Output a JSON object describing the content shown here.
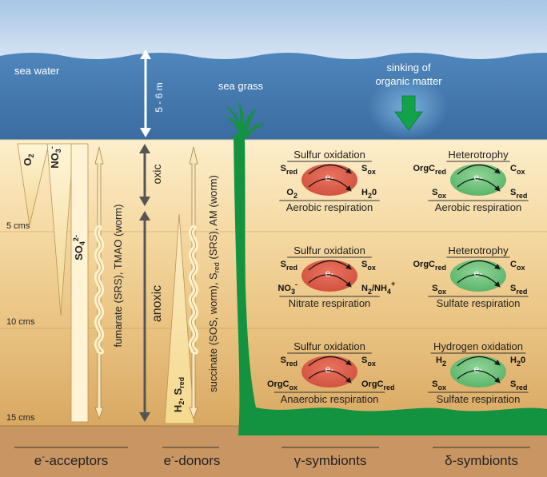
{
  "water": {
    "sea_water": "sea water",
    "depth": "5 - 6 m",
    "sea_grass": "sea grass",
    "sinking_line1": "sinking of",
    "sinking_line2": "organic matter"
  },
  "zones": {
    "oxic": "oxic",
    "anoxic": "anoxic"
  },
  "depths": {
    "d5": "5 cms",
    "d10": "10 cms",
    "d15": "15 cms"
  },
  "acceptors": {
    "o2": "O",
    "o2_sub": "2",
    "no3": "NO",
    "no3_sub": "3",
    "no3_sup": "-",
    "so4": "SO",
    "so4_sub": "4",
    "so4_sup": "2-",
    "fumarate": "fumarate (SRS), TMAO (worm)"
  },
  "donors": {
    "h2s": "H",
    "h2s_sub": "2",
    "h2s_rest": ", S",
    "h2s_sub2": "red",
    "succinate_a": "succinate (SOS, worm), S",
    "succinate_sub": "red",
    "succinate_b": " (SRS), AM (worm)"
  },
  "gamma": [
    {
      "title": "Sulfur oxidation",
      "tl": "S",
      "tl_sub": "red",
      "tr": "S",
      "tr_sub": "ox",
      "bl": "O",
      "bl_sub": "2",
      "bl_sup": "",
      "br": "H",
      "br_sub": "2",
      "br_rest": "0",
      "electron": "e-",
      "resp": "Aerobic respiration"
    },
    {
      "title": "Sulfur oxidation",
      "tl": "S",
      "tl_sub": "red",
      "tr": "S",
      "tr_sub": "ox",
      "bl": "NO",
      "bl_sub": "3",
      "bl_sup": "-",
      "br": "N",
      "br_sub": "2",
      "br_rest": "/NH",
      "br_sub2": "4",
      "br_sup": "+",
      "electron": "e-",
      "resp": "Nitrate respiration"
    },
    {
      "title": "Sulfur oxidation",
      "tl": "S",
      "tl_sub": "red",
      "tr": "S",
      "tr_sub": "ox",
      "bl": "OrgC",
      "bl_sub": "ox",
      "bl_sup": "",
      "br": "OrgC",
      "br_sub": "red",
      "br_rest": "",
      "electron": "e-",
      "resp": "Anaerobic respiration"
    }
  ],
  "delta": [
    {
      "title": "Heterotrophy",
      "tl": "OrgC",
      "tl_sub": "red",
      "tr": "C",
      "tr_sub": "ox",
      "bl": "S",
      "bl_sub": "ox",
      "br": "S",
      "br_sub": "red",
      "electron": "e-",
      "resp": "Aerobic respiration"
    },
    {
      "title": "Heterotrophy",
      "tl": "OrgC",
      "tl_sub": "red",
      "tr": "C",
      "tr_sub": "ox",
      "bl": "S",
      "bl_sub": "ox",
      "br": "S",
      "br_sub": "red",
      "electron": "e-",
      "resp": "Sulfate respiration"
    },
    {
      "title": "Hydrogen oxidation",
      "tl": "H",
      "tl_sub": "2",
      "tr": "H",
      "tr_sub": "2",
      "tr_rest": "0",
      "bl": "S",
      "bl_sub": "ox",
      "br": "S",
      "br_sub": "red",
      "electron": "e-",
      "resp": "Sulfate respiration"
    }
  ],
  "footer": {
    "acceptors_a": "e",
    "acceptors_sup": "-",
    "acceptors_b": "-acceptors",
    "donors_a": "e",
    "donors_sup": "-",
    "donors_b": "-donors",
    "gamma": "γ-symbionts",
    "delta": "δ-symbionts"
  },
  "colors": {
    "sky": "#c7d9ee",
    "water": "#3f73a8",
    "grass": "#13923f",
    "red_cell": "#d95f4f",
    "green_cell": "#6cc079",
    "sediment_top": "#fbe7bd",
    "sediment_bottom": "#d4a45d",
    "footer": "#c89461"
  }
}
